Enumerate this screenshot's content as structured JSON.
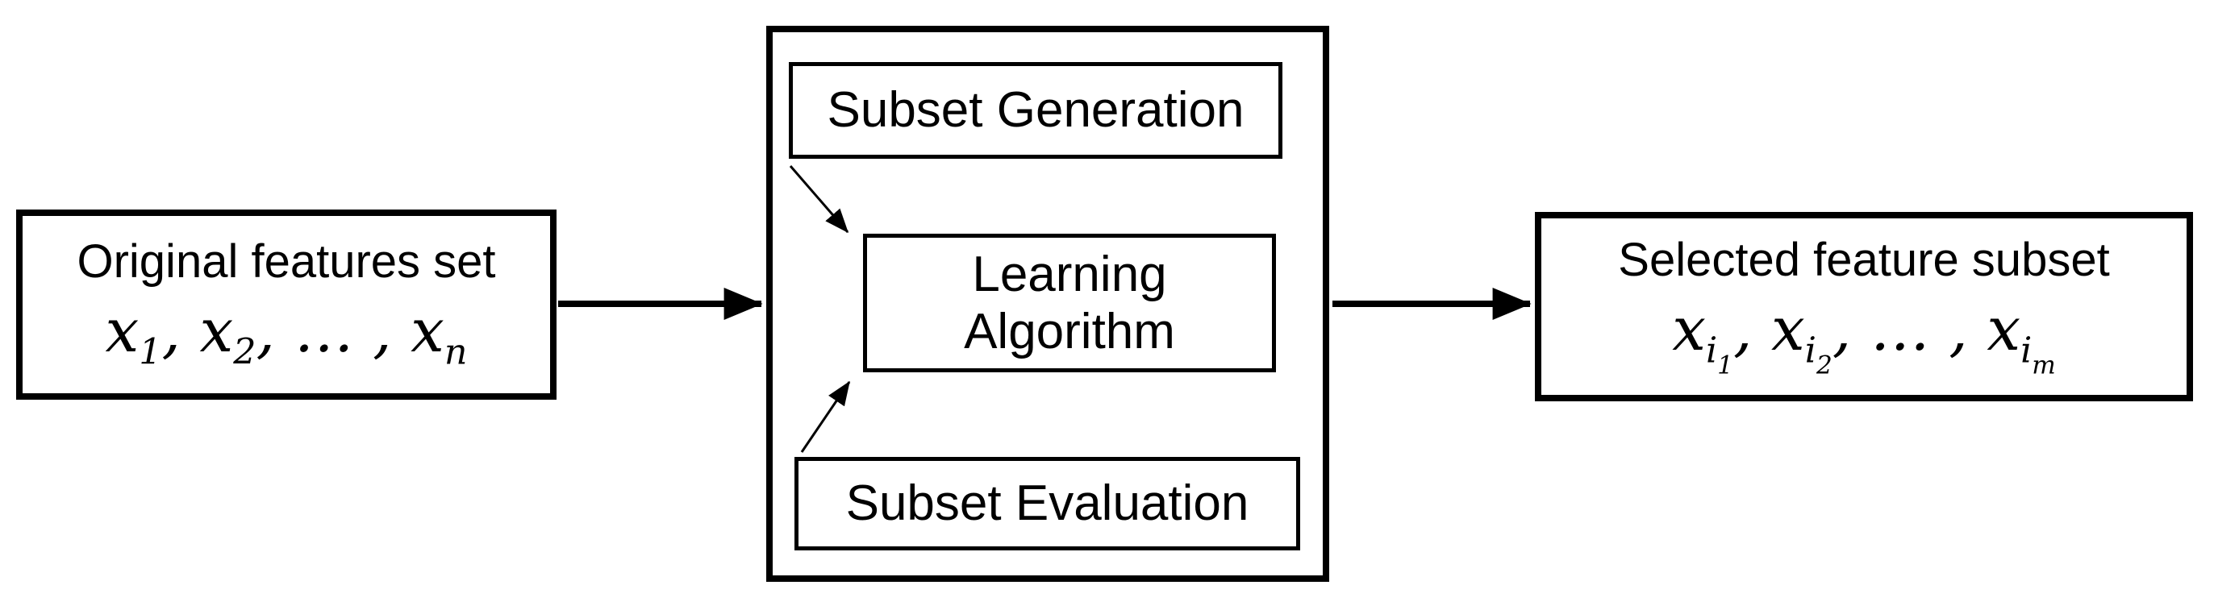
{
  "colors": {
    "ink": "#000000",
    "background": "#ffffff"
  },
  "diagram": {
    "left_box": {
      "title": "Original features set",
      "formula": [
        {
          "v": "x",
          "s": 0
        },
        {
          "v": "1",
          "s": 1
        },
        {
          "v": ", ",
          "s": 0
        },
        {
          "v": "x",
          "s": 0
        },
        {
          "v": "2",
          "s": 1
        },
        {
          "v": ", … , ",
          "s": 0
        },
        {
          "v": "x",
          "s": 0
        },
        {
          "v": "n",
          "s": 1
        }
      ]
    },
    "process_box": {
      "subset_generation_label": "Subset Generation",
      "learning_algorithm_lines": [
        "Learning",
        "Algorithm"
      ],
      "subset_evaluation_label": "Subset Evaluation"
    },
    "right_box": {
      "title": "Selected feature subset",
      "formula": [
        {
          "v": "x",
          "s": 0
        },
        {
          "v": "i",
          "s": 1
        },
        {
          "v": "1",
          "s": 2
        },
        {
          "v": ", ",
          "s": 0
        },
        {
          "v": "x",
          "s": 0
        },
        {
          "v": "i",
          "s": 1
        },
        {
          "v": "2",
          "s": 2
        },
        {
          "v": ", … , ",
          "s": 0
        },
        {
          "v": "x",
          "s": 0
        },
        {
          "v": "i",
          "s": 1
        },
        {
          "v": "m",
          "s": 2
        }
      ]
    }
  }
}
